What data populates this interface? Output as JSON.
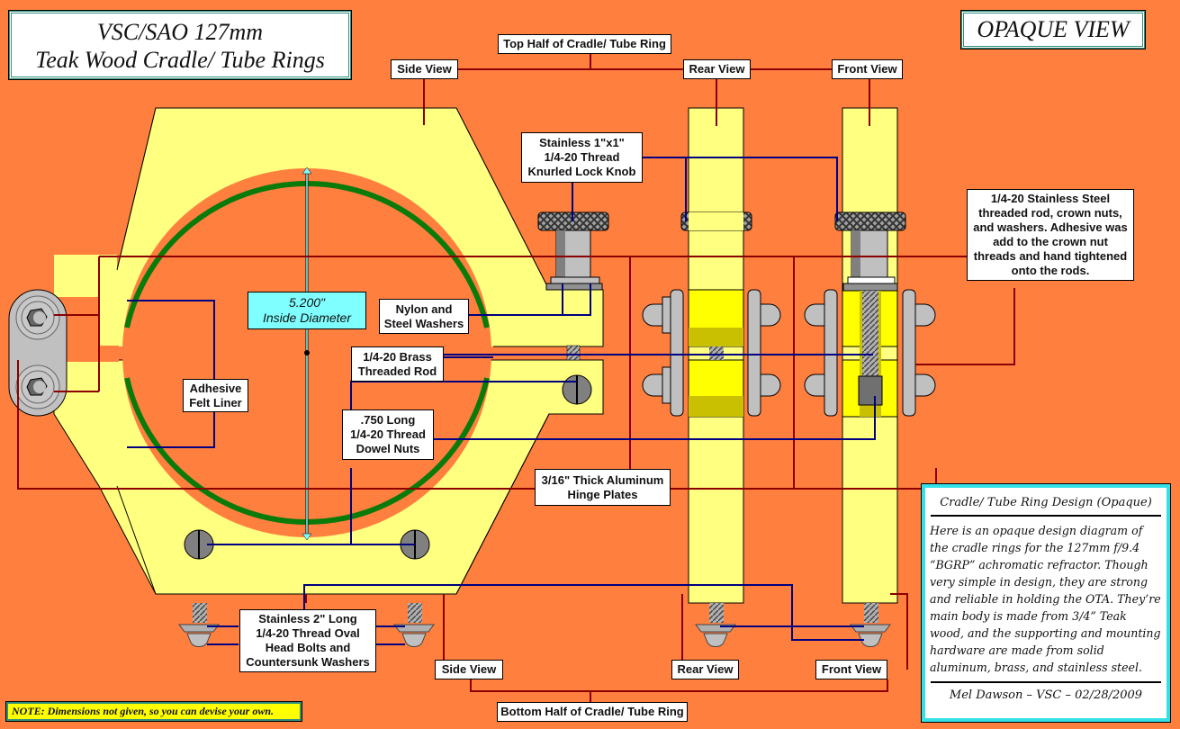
{
  "title": {
    "line1": "VSC/SAO 127mm",
    "line2": "Teak Wood Cradle/ Tube Rings"
  },
  "view_mode": "OPAQUE VIEW",
  "note": "NOTE: Dimensions not given, so you can devise your own.",
  "dimension": {
    "value": "5.200\"",
    "label": "Inside Diameter"
  },
  "section_labels": {
    "top_half": "Top Half of Cradle/ Tube Ring",
    "bottom_half": "Bottom Half of Cradle/ Tube Ring",
    "top_side_view": "Side View",
    "top_rear_view": "Rear View",
    "top_front_view": "Front View",
    "bottom_side_view": "Side View",
    "bottom_rear_view": "Rear View",
    "bottom_front_view": "Front View"
  },
  "callouts": {
    "knob": "Stainless 1\"x1\"\n1/4-20 Thread\nKnurled Lock Knob",
    "threaded_rod_steel": "1/4-20 Stainless Steel\nthreaded rod, crown nuts,\nand washers. Adhesive was\nadd to the crown nut\nthreads and hand tightened\nonto the rods.",
    "washers": "Nylon and\nSteel Washers",
    "brass_rod": "1/4-20 Brass\nThreaded Rod",
    "felt": "Adhesive\nFelt Liner",
    "dowel_nuts": ".750 Long\n1/4-20 Thread\nDowel Nuts",
    "hinge_plates": "3/16\" Thick Aluminum\nHinge Plates",
    "bolts": "Stainless 2\" Long\n1/4-20  Thread Oval\nHead Bolts  and\nCountersunk  Washers"
  },
  "description": {
    "title": "Cradle/ Tube Ring Design (Opaque)",
    "body": "Here is an opaque design diagram of the cradle rings for the 127mm f/9.4 “BGRP” achromatic refractor. Though very simple in design, they are strong and reliable in holding the OTA. They’re main body is made from 3/4” Teak wood, and the supporting and mounting hardware are made from solid aluminum, brass, and stainless steel.",
    "signature": "Mel Dawson – VSC – 02/28/2009"
  },
  "colors": {
    "background": "#FF7F3F",
    "wood": "#FFFF80",
    "felt": "#0A7A0A",
    "leader_red": "#8B0000",
    "leader_blue": "#000080",
    "dimension_cyan": "#7FFFFF",
    "steel": "#C0C0C0",
    "brass": "#FFFF00"
  }
}
